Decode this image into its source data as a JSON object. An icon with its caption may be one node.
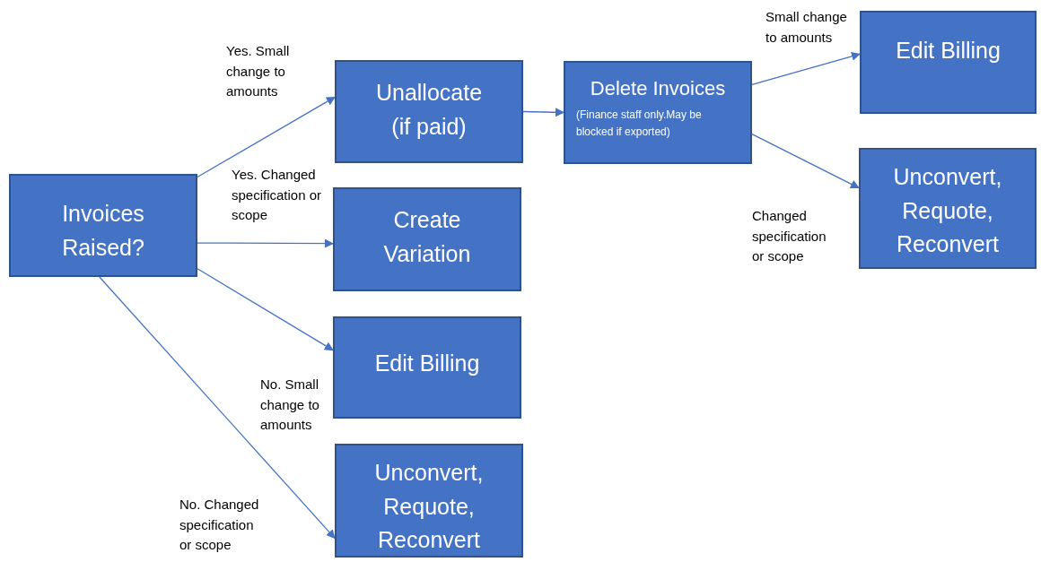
{
  "diagram": {
    "nodes": [
      {
        "text": [
          "Invoices Raised?"
        ]
      },
      {
        "text": [
          "Unallocate (if paid)"
        ]
      },
      {
        "text": [
          "Create Variation"
        ]
      },
      {
        "text": [
          "Edit Billing"
        ]
      },
      {
        "text": [
          "Unconvert, Requote, Reconvert"
        ]
      },
      {
        "text": [
          "Delete Invoices",
          "(Finance staff only.May be blocked if exported)"
        ]
      },
      {
        "text": [
          "Edit Billing"
        ]
      },
      {
        "text": [
          "Unconvert, Requote, Reconvert"
        ]
      }
    ],
    "edges": [
      {
        "from": 0,
        "to": 1,
        "arrow": "to",
        "label": "Yes. Small change to amounts"
      },
      {
        "from": 0,
        "to": 2,
        "arrow": "to",
        "label": "Yes. Changed specification or scope"
      },
      {
        "from": 0,
        "to": 3,
        "arrow": "to",
        "label": "No. Small change to amounts"
      },
      {
        "from": 0,
        "to": 4,
        "arrow": "to",
        "label": "No. Changed specification or scope"
      },
      {
        "from": 1,
        "to": 5,
        "arrow": "to"
      },
      {
        "from": 5,
        "to": 6,
        "arrow": "to",
        "label": "Small change to amounts"
      },
      {
        "from": 5,
        "to": 7,
        "arrow": "to",
        "label": "Changed specification or scope"
      }
    ]
  }
}
